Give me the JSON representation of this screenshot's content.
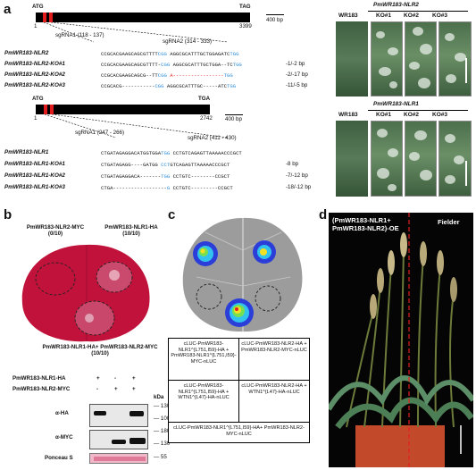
{
  "panel_a": {
    "letter": "a",
    "nlr2": {
      "atg": "ATG",
      "tag": "TAG",
      "start": "1",
      "end": "3399",
      "scale": "400 bp",
      "sg1": "sgRNA1 (118 - 137)",
      "sg2": "sgRNA2 (314 - 333)",
      "rows": [
        {
          "name": "PmWR183-NLR2",
          "seq1": "CCGCACGAAGCAGCGTTTT",
          "pam1": "CGG",
          "mid": "AGGCGCATTTGCTGGAGATC",
          "pam2": "TGG",
          "del": ""
        },
        {
          "name": "PmWR183-NLR2-KO#1",
          "seq1": "CCGCACGAAGCAGCGTTTT-",
          "pam1": "CGG",
          "mid": "AGGCGCATTTGCTGGA--TC",
          "pam2": "TGG",
          "del": "-1/-2 bp"
        },
        {
          "name": "PmWR183-NLR2-KO#2",
          "seq1": "CCGCACGAAGCAGCG--TT",
          "pam1": "CGG",
          "mid": "A-----------------",
          "pam2": "TGG",
          "del": "-2/-17 bp"
        },
        {
          "name": "PmWR183-NLR2-KO#3",
          "seq1": "CCGCACG-----------",
          "pam1": "CGG",
          "mid": "AGGCGCATTTGC-----ATC",
          "pam2": "TGG",
          "del": "-11/-5 bp"
        }
      ],
      "photo_header": "PmWR183-NLR2",
      "photo_labels": [
        "WR183",
        "KO#1",
        "KO#2",
        "KO#3"
      ]
    },
    "nlr1": {
      "atg": "ATG",
      "tga": "TGA",
      "start": "1",
      "end": "2742",
      "scale": "400 bp",
      "sg1": "sgRNA1 (247 - 266)",
      "sg2": "sgRNA2 (411 - 430)",
      "rows": [
        {
          "name": "PmWR183-NLR1",
          "seq1": "CTGATAGAGGACATGGTGGA",
          "pam1": "TGG",
          "mid": "CCTGTCAGAGTTAAAAACCCGCT",
          "del": ""
        },
        {
          "name": "PmWR183-NLR1-KO#1",
          "seq1": "CTGATAGAGG----GATGG",
          "pam1": "CCT",
          "mid": "GTCAGAGTTAAAAACCCGCT",
          "del": "-8 bp"
        },
        {
          "name": "PmWR183-NLR1-KO#2",
          "seq1": "CTGATAGAGGACA-------",
          "pam1": "TGG",
          "mid": "CCTGTC--------CCGCT",
          "del": "-7/-12 bp"
        },
        {
          "name": "PmWR183-NLR1-KO#3",
          "seq1": "CTGA------------------",
          "pam1": "G",
          "mid": "CCTGTC---------CCGCT",
          "del": "-18/-12 bp"
        }
      ],
      "photo_header": "PmWR183-NLR1",
      "photo_labels": [
        "WR183",
        "KO#1",
        "KO#2",
        "KO#3"
      ]
    }
  },
  "panel_b": {
    "letter": "b",
    "left_label": "PmWR183-NLR2-MYC",
    "left_count": "(0/10)",
    "right_label": "PmWR183-NLR1-HA",
    "right_count": "(10/10)",
    "bottom_label": "PmWR183-NLR1-HA+ PmWR183-NLR2-MYC",
    "bottom_count": "(10/10)",
    "row_ha": "PmWR183-NLR1-HA",
    "row_myc": "PmWR183-NLR2-MYC",
    "ha_signs": [
      "+",
      "-",
      "+"
    ],
    "myc_signs": [
      "-",
      "+",
      "+"
    ],
    "kda": "kDa",
    "blots": [
      {
        "label": "α-HA",
        "markers": [
          "130",
          "100"
        ]
      },
      {
        "label": "α-MYC",
        "markers": [
          "180",
          "130"
        ]
      },
      {
        "label": "Ponceau S",
        "markers": [
          "55"
        ]
      }
    ]
  },
  "panel_c": {
    "letter": "c",
    "cells": [
      "cLUC-PmWR183-NLR1^{L751,I59}-HA + PmWR183-NLR1^{L751,I59}-MYC-nLUC",
      "cLUC-PmWR183-NLR2-HA + PmWR183-NLR2-MYC-nLUC",
      "cLUC-PmWR183-NLR1^{L751,I59}-HA + WTN1^{L47}-HA-nLUC",
      "cLUC-PmWR183-NLR2-HA + WTN1^{L47}-HA-nLUC",
      "cLUC-PmWR183-NLR1^{L751,I59}-HA+ PmWR183-NLR2-MYC-nLUC"
    ]
  },
  "panel_d": {
    "letter": "d",
    "left_label_1": "(PmWR183-NLR1+",
    "left_label_2": "PmWR183-NLR2)-OE",
    "right_label": "Fielder"
  },
  "colors": {
    "exon": "#e01b1b",
    "pam": "#2a8bd8",
    "deletion": "#e52020",
    "leaf_b": "#c0123a"
  }
}
